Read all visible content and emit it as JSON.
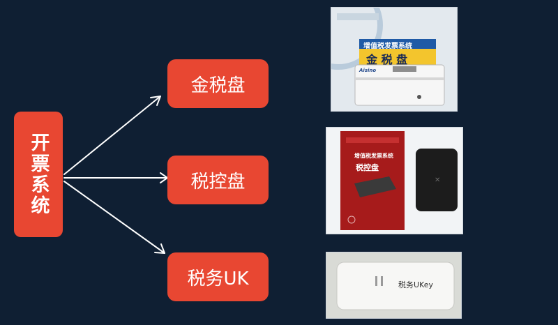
{
  "root": {
    "label": "开票系统"
  },
  "nodes": [
    {
      "label": "金税盘"
    },
    {
      "label": "税控盘"
    },
    {
      "label": "税务UK"
    }
  ],
  "photos": {
    "golden_tax": {
      "box_title": "增值税发票系统",
      "product_label": "金 税 盘",
      "brand": "Aisino"
    },
    "tax_control": {
      "box_title": "增值税发票系统",
      "product_label": "税控盘"
    },
    "ukey": {
      "device_label": "税务UKey"
    }
  },
  "colors": {
    "background": "#0f1f33",
    "node": "#e84732",
    "arrow": "#ffffff"
  }
}
